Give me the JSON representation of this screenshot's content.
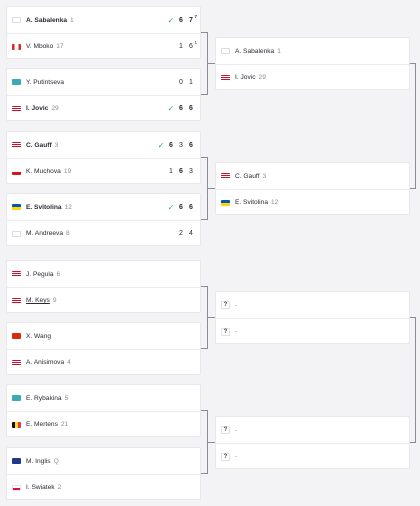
{
  "r1": [
    {
      "p1": {
        "flag": "blank",
        "name": "A. Sabalenka",
        "seed": "1",
        "bold": true,
        "check": true,
        "scores": [
          "6",
          "7"
        ],
        "sup": [
          "",
          "7"
        ]
      },
      "p2": {
        "flag": "ca",
        "name": "V. Mboko",
        "seed": "17",
        "bold": false,
        "check": false,
        "scores": [
          "1",
          "6"
        ],
        "sup": [
          "",
          "1"
        ]
      }
    },
    {
      "p1": {
        "flag": "kz",
        "name": "Y. Putintseva",
        "seed": "",
        "bold": false,
        "check": false,
        "scores": [
          "0",
          "1"
        ],
        "sup": [
          "",
          ""
        ]
      },
      "p2": {
        "flag": "us",
        "name": "I. Jovic",
        "seed": "29",
        "bold": true,
        "check": true,
        "scores": [
          "6",
          "6"
        ],
        "sup": [
          "",
          ""
        ]
      }
    },
    {
      "p1": {
        "flag": "us",
        "name": "C. Gauff",
        "seed": "3",
        "bold": true,
        "check": true,
        "scores": [
          "6",
          "3",
          "6"
        ],
        "sup": [
          "",
          "",
          ""
        ]
      },
      "p2": {
        "flag": "cz",
        "name": "K. Muchova",
        "seed": "19",
        "bold": false,
        "check": false,
        "scores": [
          "1",
          "6",
          "3"
        ],
        "sup": [
          "",
          "",
          ""
        ]
      }
    },
    {
      "p1": {
        "flag": "ua",
        "name": "E. Svitolina",
        "seed": "12",
        "bold": true,
        "check": true,
        "scores": [
          "6",
          "6"
        ],
        "sup": [
          "",
          ""
        ]
      },
      "p2": {
        "flag": "blank",
        "name": "M. Andreeva",
        "seed": "8",
        "bold": false,
        "check": false,
        "scores": [
          "2",
          "4"
        ],
        "sup": [
          "",
          ""
        ]
      }
    },
    {
      "p1": {
        "flag": "us",
        "name": "J. Pegula",
        "seed": "6"
      },
      "p2": {
        "flag": "us",
        "name": "M. Keys",
        "seed": "9"
      }
    },
    {
      "p1": {
        "flag": "cn",
        "name": "X. Wang",
        "seed": ""
      },
      "p2": {
        "flag": "us",
        "name": "A. Anisimova",
        "seed": "4"
      }
    },
    {
      "p1": {
        "flag": "kz",
        "name": "E. Rybakina",
        "seed": "5"
      },
      "p2": {
        "flag": "be",
        "name": "E. Mertens",
        "seed": "21"
      }
    },
    {
      "p1": {
        "flag": "au",
        "name": "M. Inglis",
        "seed": "Q"
      },
      "p2": {
        "flag": "pl",
        "name": "I. Swiatek",
        "seed": "2"
      }
    }
  ],
  "qf": [
    {
      "p1": {
        "flag": "blank",
        "name": "A. Sabalenka",
        "seed": "1"
      },
      "p2": {
        "flag": "us",
        "name": "I. Jovic",
        "seed": "29"
      }
    },
    {
      "p1": {
        "flag": "us",
        "name": "C. Gauff",
        "seed": "3"
      },
      "p2": {
        "flag": "ua",
        "name": "E. Svitolina",
        "seed": "12"
      }
    },
    {
      "p1": {
        "q": "?",
        "name": "-"
      },
      "p2": {
        "q": "?",
        "name": "-"
      }
    },
    {
      "p1": {
        "q": "?",
        "name": "-"
      },
      "p2": {
        "q": "?",
        "name": "-"
      }
    }
  ]
}
